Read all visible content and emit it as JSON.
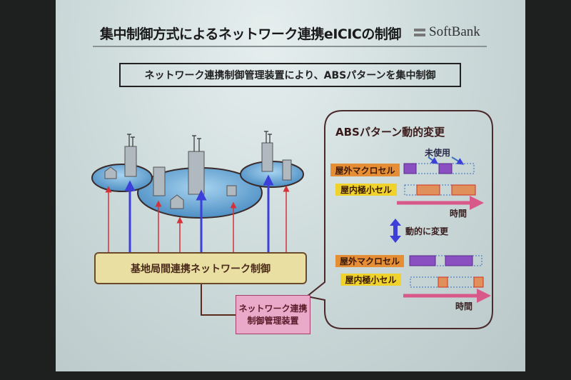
{
  "slide": {
    "title": "集中制御方式によるネットワーク連携eICICの制御",
    "logo": "SoftBank",
    "subtitle": "ネットワーク連携制御管理装置により、ABSパターンを集中制御"
  },
  "diagram": {
    "control_bar": "基地局間連携ネットワーク制御",
    "manager_lines": [
      "ネットワーク連携",
      "制御管理装置"
    ]
  },
  "abs_panel": {
    "title": "ABSパターン動的変更",
    "unused_label": "未使用",
    "before": {
      "macro_label": "屋外マクロセル",
      "small_label": "屋内極小セル",
      "time_label": "時間"
    },
    "change_label": "動的に変更",
    "after": {
      "macro_label": "屋外マクロセル",
      "small_label": "屋内極小セル",
      "time_label": "時間"
    }
  },
  "colors": {
    "macro": "#8a4fc0",
    "small": "#e0905a",
    "arrow_red": "#d4323a",
    "arrow_blue": "#3c3fd8",
    "time_arrow": "#d8588a"
  }
}
